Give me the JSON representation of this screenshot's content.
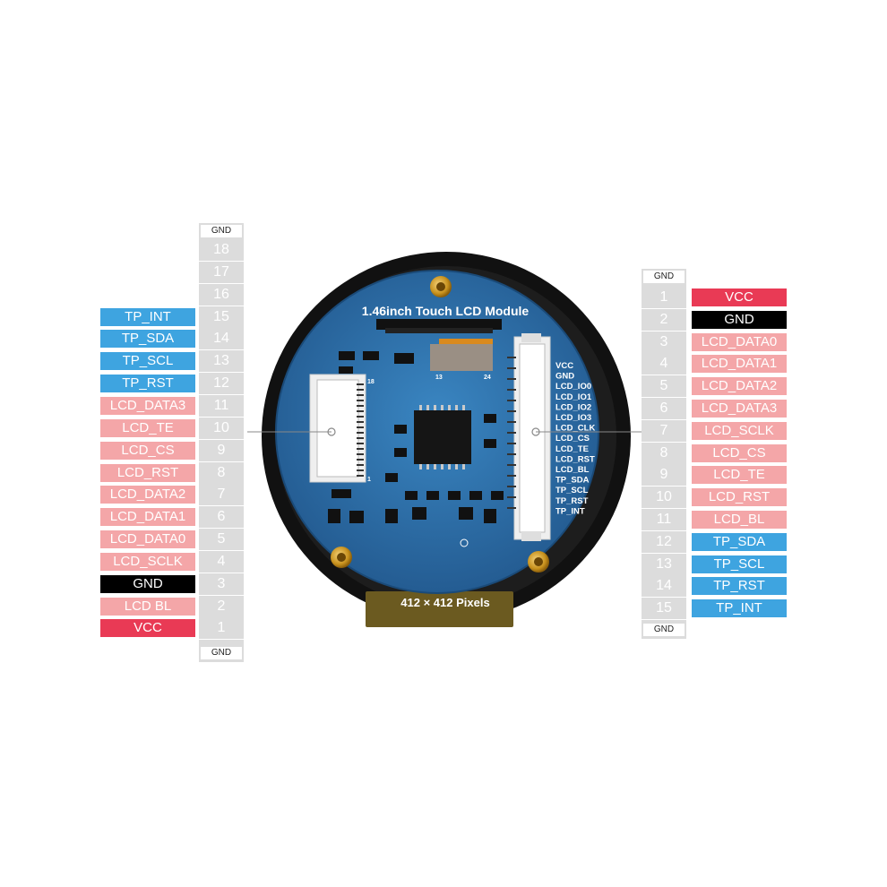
{
  "board": {
    "title": "1.46inch Touch LCD Module",
    "resolution": "412 × 412 Pixels",
    "connector_pins": [
      "VCC",
      "GND",
      "LCD_IO0",
      "LCD_IO1",
      "LCD_IO2",
      "LCD_IO3",
      "LCD_CLK",
      "LCD_CS",
      "LCD_TE",
      "LCD_RST",
      "LCD_BL",
      "TP_SDA",
      "TP_SCL",
      "TP_RST",
      "TP_INT"
    ],
    "left_connector_marks": [
      "1",
      "18"
    ],
    "mid_marks": [
      "13",
      "24"
    ]
  },
  "left_header": {
    "gnd_top": "GND",
    "gnd_bottom": "GND",
    "pins": [
      {
        "num": "18",
        "label": "",
        "kind": ""
      },
      {
        "num": "17",
        "label": "",
        "kind": ""
      },
      {
        "num": "16",
        "label": "",
        "kind": ""
      },
      {
        "num": "15",
        "label": "TP_INT",
        "kind": "tp"
      },
      {
        "num": "14",
        "label": "TP_SDA",
        "kind": "tp"
      },
      {
        "num": "13",
        "label": "TP_SCL",
        "kind": "tp"
      },
      {
        "num": "12",
        "label": "TP_RST",
        "kind": "tp"
      },
      {
        "num": "11",
        "label": "LCD_DATA3",
        "kind": "lcd"
      },
      {
        "num": "10",
        "label": "LCD_TE",
        "kind": "lcd"
      },
      {
        "num": "9",
        "label": "LCD_CS",
        "kind": "lcd"
      },
      {
        "num": "8",
        "label": "LCD_RST",
        "kind": "lcd"
      },
      {
        "num": "7",
        "label": "LCD_DATA2",
        "kind": "lcd"
      },
      {
        "num": "6",
        "label": "LCD_DATA1",
        "kind": "lcd"
      },
      {
        "num": "5",
        "label": "LCD_DATA0",
        "kind": "lcd"
      },
      {
        "num": "4",
        "label": "LCD_SCLK",
        "kind": "lcd"
      },
      {
        "num": "3",
        "label": "GND",
        "kind": "gndl"
      },
      {
        "num": "2",
        "label": "LCD BL",
        "kind": "lcd"
      },
      {
        "num": "1",
        "label": "VCC",
        "kind": "vcc"
      }
    ]
  },
  "right_header": {
    "gnd_top": "GND",
    "gnd_bottom": "GND",
    "pins": [
      {
        "num": "1",
        "label": "VCC",
        "kind": "vcc"
      },
      {
        "num": "2",
        "label": "GND",
        "kind": "gndl"
      },
      {
        "num": "3",
        "label": "LCD_DATA0",
        "kind": "lcd"
      },
      {
        "num": "4",
        "label": "LCD_DATA1",
        "kind": "lcd"
      },
      {
        "num": "5",
        "label": "LCD_DATA2",
        "kind": "lcd"
      },
      {
        "num": "6",
        "label": "LCD_DATA3",
        "kind": "lcd"
      },
      {
        "num": "7",
        "label": "LCD_SCLK",
        "kind": "lcd"
      },
      {
        "num": "8",
        "label": "LCD_CS",
        "kind": "lcd"
      },
      {
        "num": "9",
        "label": "LCD_TE",
        "kind": "lcd"
      },
      {
        "num": "10",
        "label": "LCD_RST",
        "kind": "lcd"
      },
      {
        "num": "11",
        "label": "LCD_BL",
        "kind": "lcd"
      },
      {
        "num": "12",
        "label": "TP_SDA",
        "kind": "tp"
      },
      {
        "num": "13",
        "label": "TP_SCL",
        "kind": "tp"
      },
      {
        "num": "14",
        "label": "TP_RST",
        "kind": "tp"
      },
      {
        "num": "15",
        "label": "TP_INT",
        "kind": "tp"
      }
    ]
  },
  "colors": {
    "tp": "#3ea4e0",
    "lcd": "#f4a6a8",
    "gnd": "#000000",
    "vcc": "#e93a55",
    "pin_column": "#dcdcdc",
    "pcb": "#2f6fa8",
    "bezel": "#111111"
  }
}
